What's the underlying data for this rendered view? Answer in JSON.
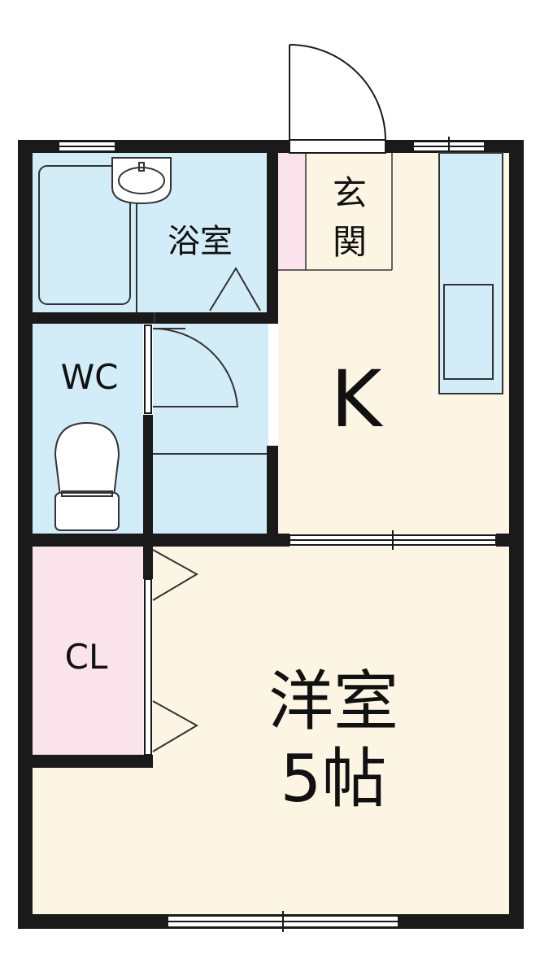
{
  "rooms": {
    "bath": "浴室",
    "entrance_line1": "玄",
    "entrance_line2": "関",
    "wc": "WC",
    "kitchen": "K",
    "closet": "CL",
    "western_room_line1": "洋室",
    "western_room_line2": "5帖"
  },
  "colors": {
    "wall": "#1a1a1a",
    "wet_area": "#d3edf8",
    "living_floor": "#fdf5e4",
    "closet_floor": "#fbe3ec",
    "fixture_stroke": "#333333"
  },
  "icons": [
    "washbasin-icon",
    "bathtub-icon",
    "toilet-icon",
    "door-swing-icon",
    "kitchen-counter-icon",
    "window-icon"
  ]
}
